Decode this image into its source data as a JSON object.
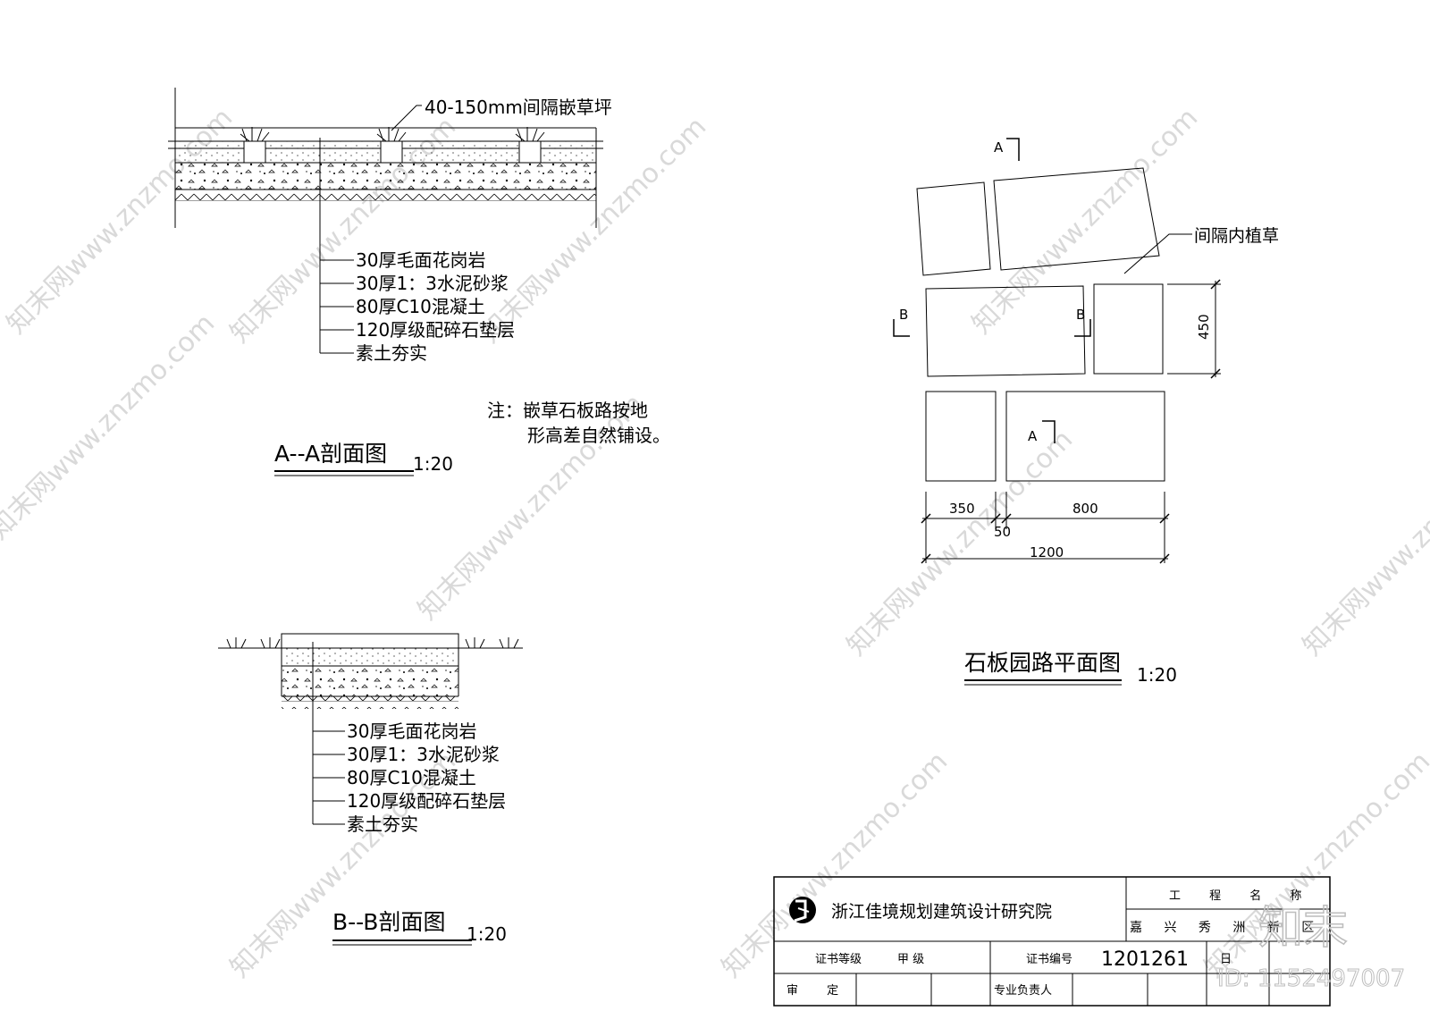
{
  "section_a": {
    "title": "A--A剖面图",
    "scale": "1:20",
    "gap_note": "40-150mm间隔嵌草坪",
    "layers": [
      "30厚毛面花岗岩",
      "30厚1：3水泥砂浆",
      "80厚C10混凝土",
      "120厚级配碎石垫层",
      "素土夯实"
    ]
  },
  "note": {
    "line1": "注：嵌草石板路按地",
    "line2": "形高差自然铺设。"
  },
  "section_b": {
    "title": "B--B剖面图",
    "scale": "1:20",
    "layers": [
      "30厚毛面花岗岩",
      "30厚1：3水泥砂浆",
      "80厚C10混凝土",
      "120厚级配碎石垫层",
      "素土夯实"
    ]
  },
  "plan": {
    "title": "石板园路平面图",
    "scale": "1:20",
    "grass_label": "间隔内植草",
    "marker_a": "A",
    "marker_b": "B",
    "dims": {
      "d350": "350",
      "d800": "800",
      "d50": "50",
      "d1200": "1200",
      "d450": "450"
    }
  },
  "title_block": {
    "institute": "浙江佳境规划建筑设计研究院",
    "project_header": "工 程 名 称",
    "project_name": "嘉 兴 秀 洲 新 区",
    "cert_grade_label": "证书等级",
    "cert_grade_value": "甲 级",
    "cert_no_label": "证书编号",
    "cert_no_value": "1201261",
    "review_label": "审 定",
    "leader_label": "专业负责人",
    "date_label": "日"
  },
  "watermark": {
    "site": "知末网www.znzmo.com",
    "logo": "知末",
    "id": "ID: 1152497007"
  }
}
